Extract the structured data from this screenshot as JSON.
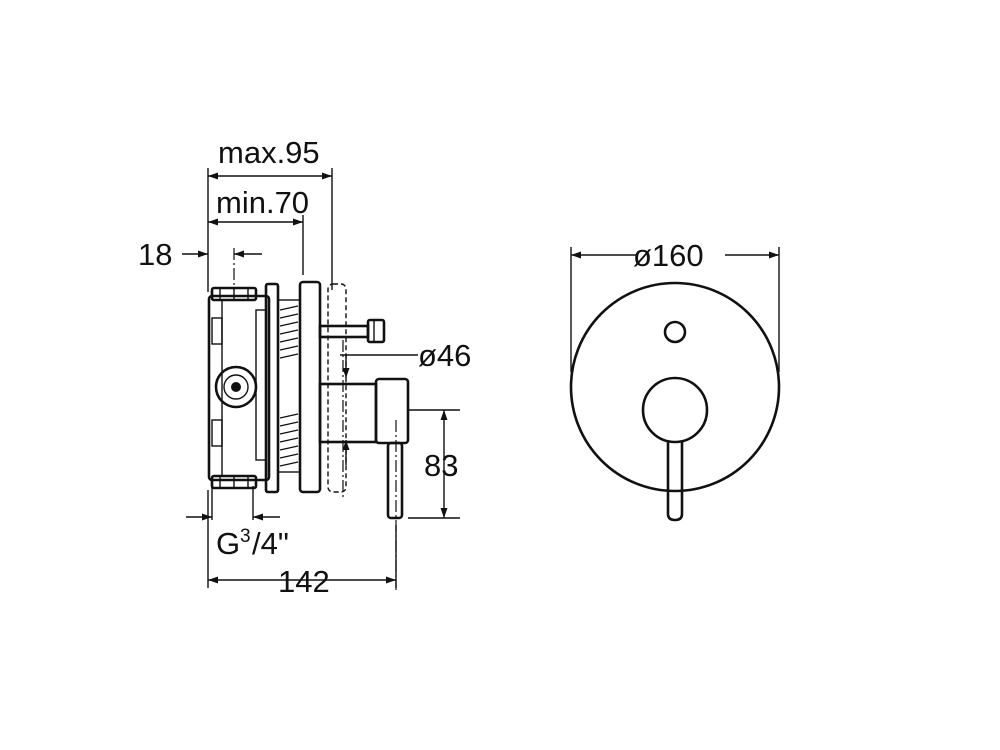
{
  "drawing": {
    "dimensions": {
      "max_depth": "max.95",
      "min_depth": "min.70",
      "offset": "18",
      "shaft_diameter": "ø46",
      "lever_height": "83",
      "thread_prefix": "G",
      "thread_num": "3",
      "thread_den": "/4\"",
      "total_depth": "142",
      "plate_diameter": "ø160"
    }
  }
}
